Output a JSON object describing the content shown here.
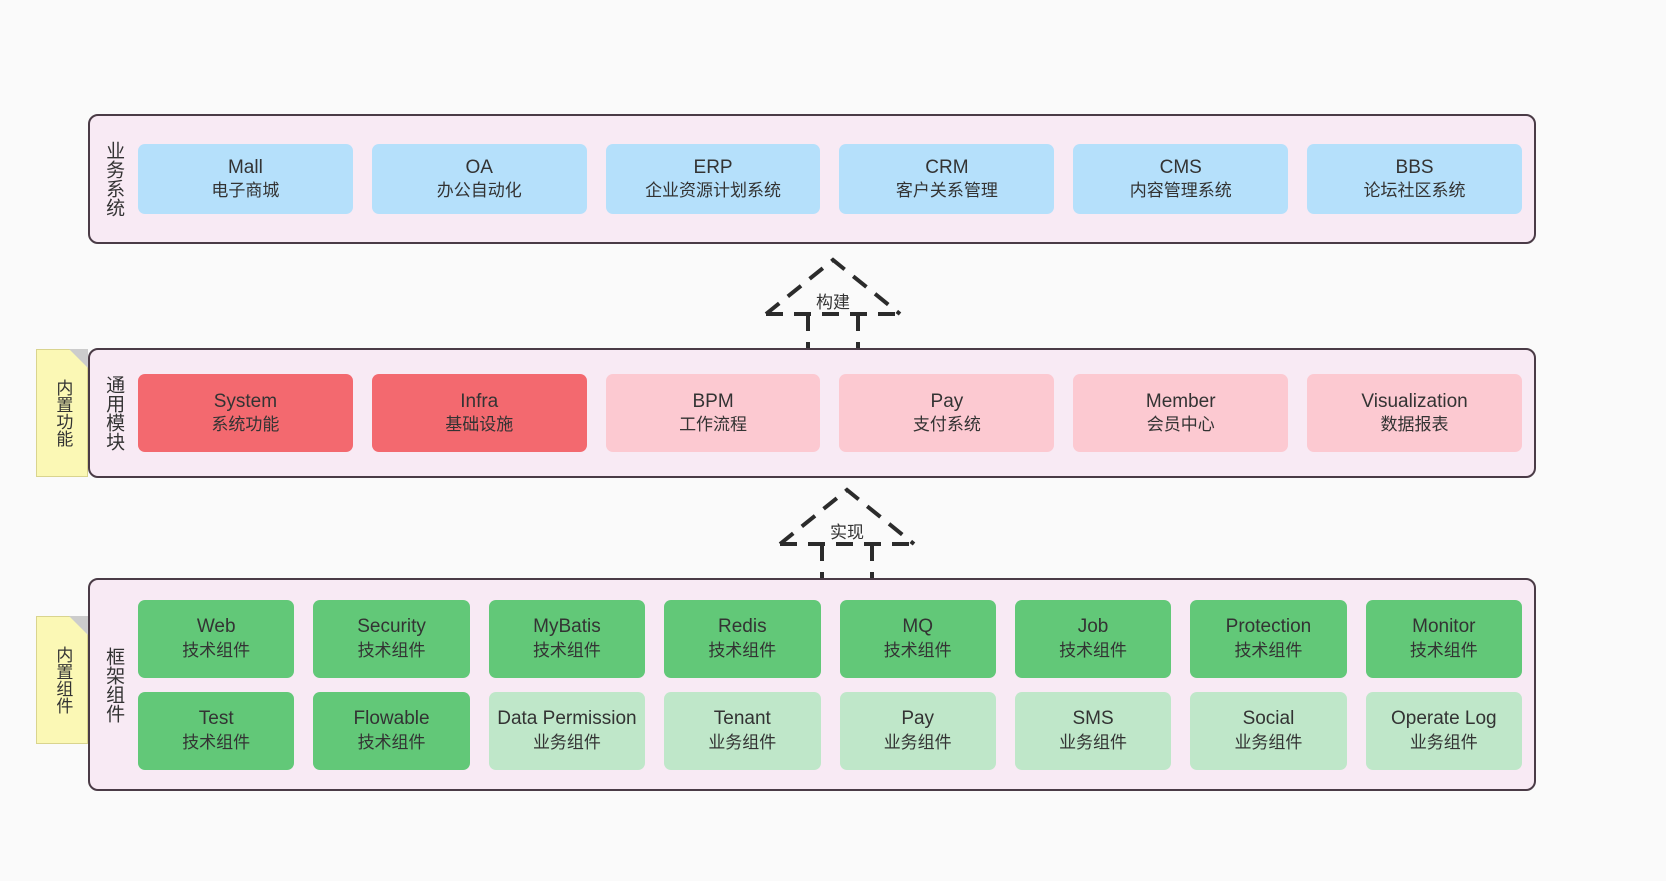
{
  "diagram": {
    "background": "#fafafa",
    "layer_fill": "#f8eaf4",
    "layer_border": "#4a3b46",
    "note_fill": "#fbf8b5"
  },
  "notes": [
    {
      "id": "note-functions",
      "label": "内置功能"
    },
    {
      "id": "note-components",
      "label": "内置组件"
    }
  ],
  "connectors": [
    {
      "id": "connector-build",
      "label": "构建"
    },
    {
      "id": "connector-realize",
      "label": "实现"
    }
  ],
  "layers": [
    {
      "id": "layer-business",
      "title": "业务系统",
      "rows": [
        {
          "cards": [
            {
              "en": "Mall",
              "cn": "电子商城",
              "color": "blue",
              "hex": "#b5e0fb"
            },
            {
              "en": "OA",
              "cn": "办公自动化",
              "color": "blue",
              "hex": "#b5e0fb"
            },
            {
              "en": "ERP",
              "cn": "企业资源计划系统",
              "color": "blue",
              "hex": "#b5e0fb"
            },
            {
              "en": "CRM",
              "cn": "客户关系管理",
              "color": "blue",
              "hex": "#b5e0fb"
            },
            {
              "en": "CMS",
              "cn": "内容管理系统",
              "color": "blue",
              "hex": "#b5e0fb"
            },
            {
              "en": "BBS",
              "cn": "论坛社区系统",
              "color": "blue",
              "hex": "#b5e0fb"
            }
          ]
        }
      ]
    },
    {
      "id": "layer-common",
      "title": "通用模块",
      "rows": [
        {
          "cards": [
            {
              "en": "System",
              "cn": "系统功能",
              "color": "red",
              "hex": "#f3696f"
            },
            {
              "en": "Infra",
              "cn": "基础设施",
              "color": "red",
              "hex": "#f3696f"
            },
            {
              "en": "BPM",
              "cn": "工作流程",
              "color": "pink",
              "hex": "#fcc9d1"
            },
            {
              "en": "Pay",
              "cn": "支付系统",
              "color": "pink",
              "hex": "#fcc9d1"
            },
            {
              "en": "Member",
              "cn": "会员中心",
              "color": "pink",
              "hex": "#fcc9d1"
            },
            {
              "en": "Visualization",
              "cn": "数据报表",
              "color": "pink",
              "hex": "#fcc9d1"
            }
          ]
        }
      ]
    },
    {
      "id": "layer-framework",
      "title": "框架组件",
      "rows": [
        {
          "cards": [
            {
              "en": "Web",
              "cn": "技术组件",
              "color": "green",
              "hex": "#62c878"
            },
            {
              "en": "Security",
              "cn": "技术组件",
              "color": "green",
              "hex": "#62c878"
            },
            {
              "en": "MyBatis",
              "cn": "技术组件",
              "color": "green",
              "hex": "#62c878"
            },
            {
              "en": "Redis",
              "cn": "技术组件",
              "color": "green",
              "hex": "#62c878"
            },
            {
              "en": "MQ",
              "cn": "技术组件",
              "color": "green",
              "hex": "#62c878"
            },
            {
              "en": "Job",
              "cn": "技术组件",
              "color": "green",
              "hex": "#62c878"
            },
            {
              "en": "Protection",
              "cn": "技术组件",
              "color": "green",
              "hex": "#62c878"
            },
            {
              "en": "Monitor",
              "cn": "技术组件",
              "color": "green",
              "hex": "#62c878"
            }
          ]
        },
        {
          "cards": [
            {
              "en": "Test",
              "cn": "技术组件",
              "color": "green",
              "hex": "#62c878"
            },
            {
              "en": "Flowable",
              "cn": "技术组件",
              "color": "green",
              "hex": "#62c878"
            },
            {
              "en": "Data Permission",
              "cn": "业务组件",
              "color": "lgreen",
              "hex": "#bfe7c9"
            },
            {
              "en": "Tenant",
              "cn": "业务组件",
              "color": "lgreen",
              "hex": "#bfe7c9"
            },
            {
              "en": "Pay",
              "cn": "业务组件",
              "color": "lgreen",
              "hex": "#bfe7c9"
            },
            {
              "en": "SMS",
              "cn": "业务组件",
              "color": "lgreen",
              "hex": "#bfe7c9"
            },
            {
              "en": "Social",
              "cn": "业务组件",
              "color": "lgreen",
              "hex": "#bfe7c9"
            },
            {
              "en": "Operate Log",
              "cn": "业务组件",
              "color": "lgreen",
              "hex": "#bfe7c9"
            }
          ]
        }
      ]
    }
  ]
}
